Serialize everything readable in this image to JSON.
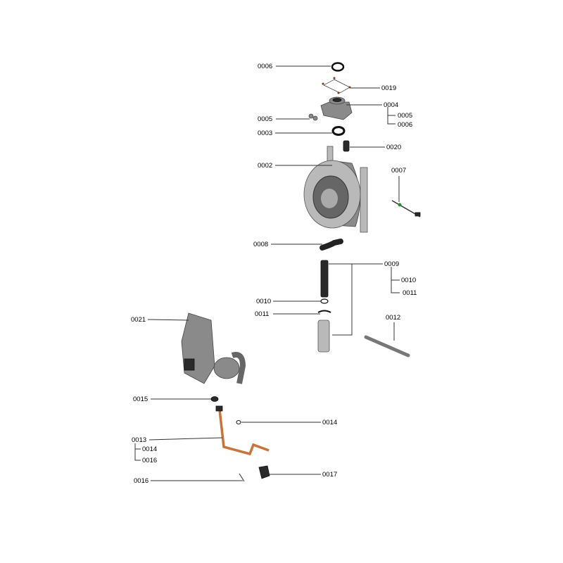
{
  "callouts": {
    "c0006_top": "0006",
    "c0019": "0019",
    "c0004": "0004",
    "c0004_sub1": "0005",
    "c0004_sub2": "0006",
    "c0005": "0005",
    "c0003": "0003",
    "c0020": "0020",
    "c0002": "0002",
    "c0007": "0007",
    "c0008": "0008",
    "c0009": "0009",
    "c0009_sub1": "0010",
    "c0009_sub2": "0011",
    "c0010": "0010",
    "c0011": "0011",
    "c0012": "0012",
    "c0021": "0021",
    "c0015": "0015",
    "c0014": "0014",
    "c0013": "0013",
    "c0013_sub1": "0014",
    "c0013_sub2": "0016",
    "c0017": "0017",
    "c0016": "0016"
  },
  "colors": {
    "copper": "#c8743a",
    "part_dark": "#2a2a2a",
    "part_grey": "#8a8a8a"
  }
}
